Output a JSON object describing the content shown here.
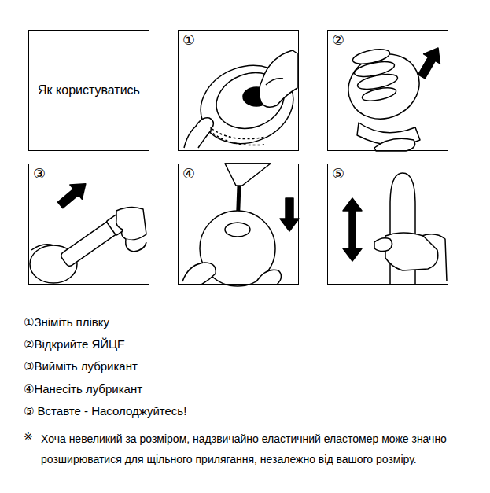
{
  "diagram": {
    "nodes": [
      {
        "text": [
          "Як користуватись"
        ]
      },
      {
        "text": [
          "①"
        ]
      },
      {
        "text": [
          "②"
        ]
      },
      {
        "text": [
          "③"
        ]
      },
      {
        "text": [
          "④"
        ]
      },
      {
        "text": [
          "⑤"
        ]
      }
    ],
    "labels": [
      "①Зніміть плівку",
      "②Відкрийте ЯЙЦЕ",
      "③Вийміть лубрикант",
      "④Нанесіть лубрикант",
      "⑤ Вставте - Насолоджуйтесь!",
      "※",
      "Хоча невеликий за розміром, надзвичайно еластичний еластомер може значно розширюватися для щільного прилягання, незалежно від вашого розміру."
    ]
  }
}
